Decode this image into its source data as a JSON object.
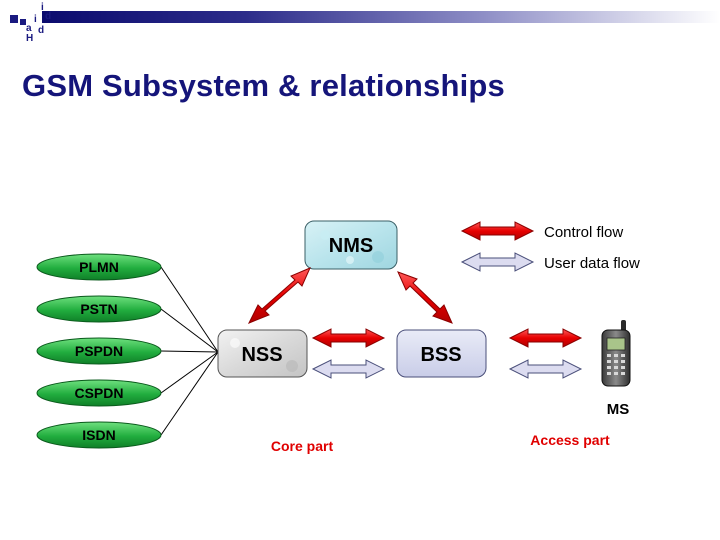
{
  "slide": {
    "title": "GSM Subsystem & relationships",
    "logo_letters": [
      "i",
      "d",
      "i",
      "a",
      "d",
      "H"
    ]
  },
  "colors": {
    "title": "#15157a",
    "control_flow": "#e60000",
    "user_data_flow": "#d9d9ec",
    "network_fill": "#2ab34a",
    "emphasis_text": "#e00000"
  },
  "legend": {
    "control_flow": "Control flow",
    "user_data_flow": "User data flow"
  },
  "nodes": {
    "nms": "NMS",
    "nss": "NSS",
    "bss": "BSS",
    "ms": "MS"
  },
  "networks": [
    "PLMN",
    "PSTN",
    "PSPDN",
    "CSPDN",
    "ISDN"
  ],
  "labels": {
    "core_part": "Core part",
    "access_part": "Access part"
  },
  "icons": {
    "mobile_station": "mobile-phone-icon"
  }
}
